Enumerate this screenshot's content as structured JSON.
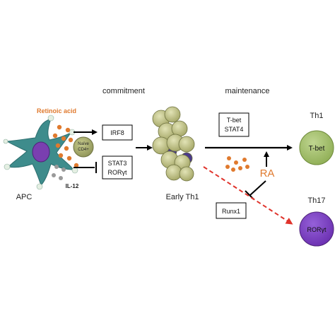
{
  "phases": {
    "commitment": "commitment",
    "maintenance": "maintenance"
  },
  "apc": {
    "label": "APC",
    "cell_label_line1": "Naïve",
    "cell_label_line2": "CD4+"
  },
  "cytokines": {
    "retinoic_acid": "Retinoic acid",
    "il12": "IL-12"
  },
  "boxes": {
    "irf8": "IRF8",
    "stat3": "STAT3",
    "ror_gamma_t": "RORγt",
    "tbet": "T-bet",
    "stat4": "STAT4",
    "runx1": "Runx1"
  },
  "early_th1": "Early Th1",
  "ra": "RA",
  "th1": {
    "title": "Th1",
    "marker": "T-bet"
  },
  "th17": {
    "title": "Th17",
    "marker": "RORγt"
  },
  "colors": {
    "orange": "#E07A2E",
    "apc_teal": "#3E8C8C",
    "apc_nucleus": "#7A3FB0",
    "cluster_fill": "#C7C98E",
    "th1_fill": "#A9C26E",
    "th17_fill": "#7A3FC2",
    "dashed_red": "#E0332B"
  }
}
